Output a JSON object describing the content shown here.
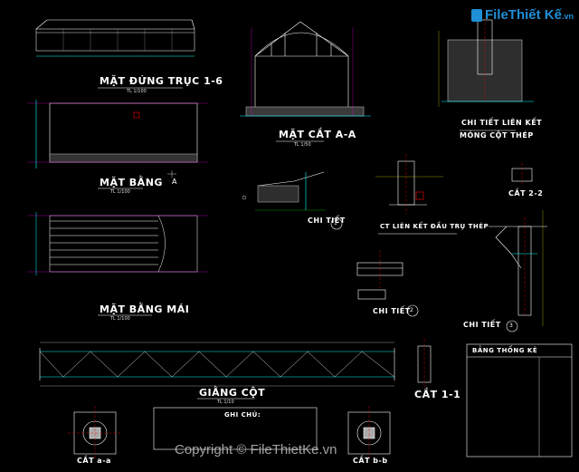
{
  "logo": {
    "text_main": "File",
    "text_accent": "Thiết Kế",
    "suffix": ".vn"
  },
  "titles": {
    "elevation": "MẶT ĐỨNG TRỤC 1-6",
    "elevation_scale": "TL 1/100",
    "section_aa": "MẶT CẮT A-A",
    "section_aa_scale": "TL 1/50",
    "footing": "CHI TIẾT LIÊN KẾT",
    "footing2": "MÓNG CỘT THÉP",
    "floor_plan": "MẶT BẰNG",
    "floor_plan_scale": "TL 1/100",
    "roof_plan": "MẶT BẰNG MÁI",
    "roof_plan_scale": "TL 1/100",
    "detail1": "CHI TIẾT",
    "detail1_no": "1",
    "col_top": "CT LIÊN KẾT ĐẦU TRỤ THÉP",
    "cut22": "CẮT 2-2",
    "detail2": "CHI TIẾT",
    "detail2_no": "2",
    "detail3": "CHI TIẾT",
    "detail3_no": "3",
    "bracing": "GIẰNG CỘT",
    "bracing_scale": "TL 1/10",
    "cut11": "CẮT 1-1",
    "cutaa": "CẮT a-a",
    "cutbb": "CẮT b-b",
    "notes_title": "GHI CHÚ:",
    "stats_title": "BẢNG THỐNG KÊ",
    "grid_a": "A"
  },
  "copyright": "Copyright © FileThietKe.vn"
}
